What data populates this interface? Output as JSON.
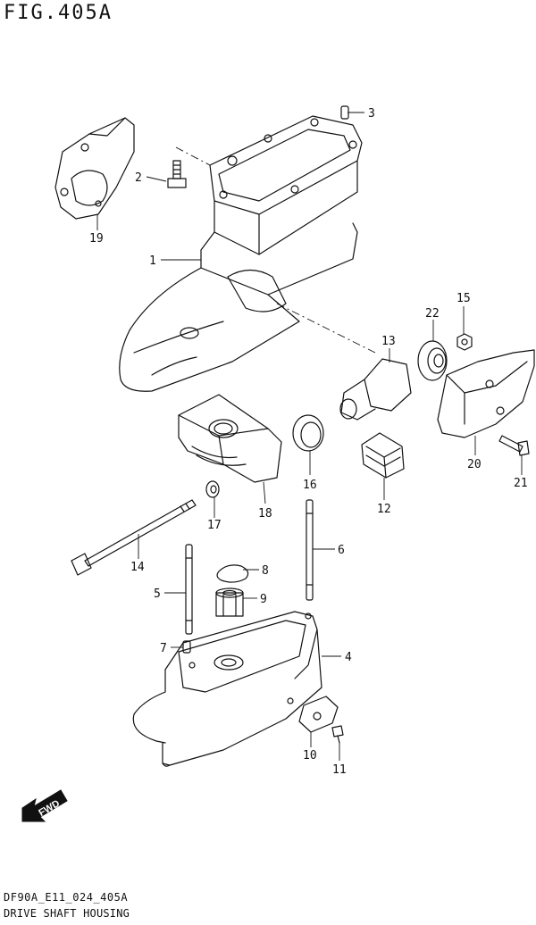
{
  "figure": {
    "title": "FIG.405A",
    "model_code": "DF90A_E11_024_405A",
    "section_name": "DRIVE SHAFT HOUSING"
  },
  "fwd_label": "FWD",
  "callouts": [
    {
      "id": "c1",
      "label": "1"
    },
    {
      "id": "c2",
      "label": "2"
    },
    {
      "id": "c3",
      "label": "3"
    },
    {
      "id": "c4",
      "label": "4"
    },
    {
      "id": "c5",
      "label": "5"
    },
    {
      "id": "c6",
      "label": "6"
    },
    {
      "id": "c7",
      "label": "7"
    },
    {
      "id": "c8",
      "label": "8"
    },
    {
      "id": "c9",
      "label": "9"
    },
    {
      "id": "c10",
      "label": "10"
    },
    {
      "id": "c11",
      "label": "11"
    },
    {
      "id": "c12",
      "label": "12"
    },
    {
      "id": "c13",
      "label": "13"
    },
    {
      "id": "c14",
      "label": "14"
    },
    {
      "id": "c15",
      "label": "15"
    },
    {
      "id": "c16",
      "label": "16"
    },
    {
      "id": "c17",
      "label": "17"
    },
    {
      "id": "c18",
      "label": "18"
    },
    {
      "id": "c19",
      "label": "19"
    },
    {
      "id": "c20",
      "label": "20"
    },
    {
      "id": "c21",
      "label": "21"
    },
    {
      "id": "c22",
      "label": "22"
    }
  ]
}
